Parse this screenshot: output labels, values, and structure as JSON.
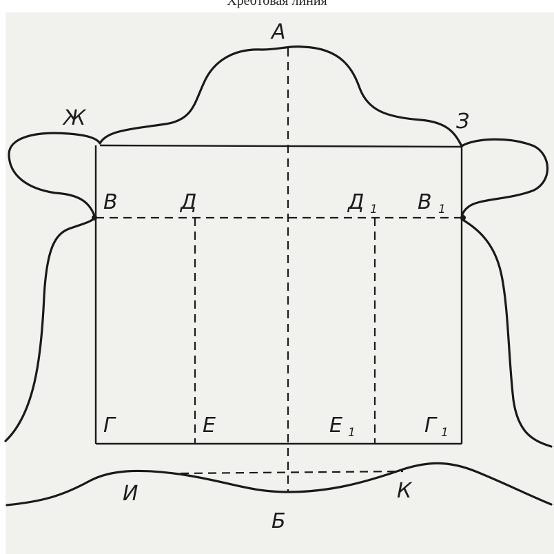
{
  "caption": "Хребтовая линия",
  "labels": {
    "A": "А",
    "B": "Б",
    "V": "В",
    "V1": "В",
    "G": "Г",
    "G1": "Г",
    "D": "Д",
    "D1": "Д",
    "E": "Е",
    "E1": "Е",
    "ZH": "Ж",
    "Z": "З",
    "I": "И",
    "K": "К",
    "sub1": "1"
  }
}
